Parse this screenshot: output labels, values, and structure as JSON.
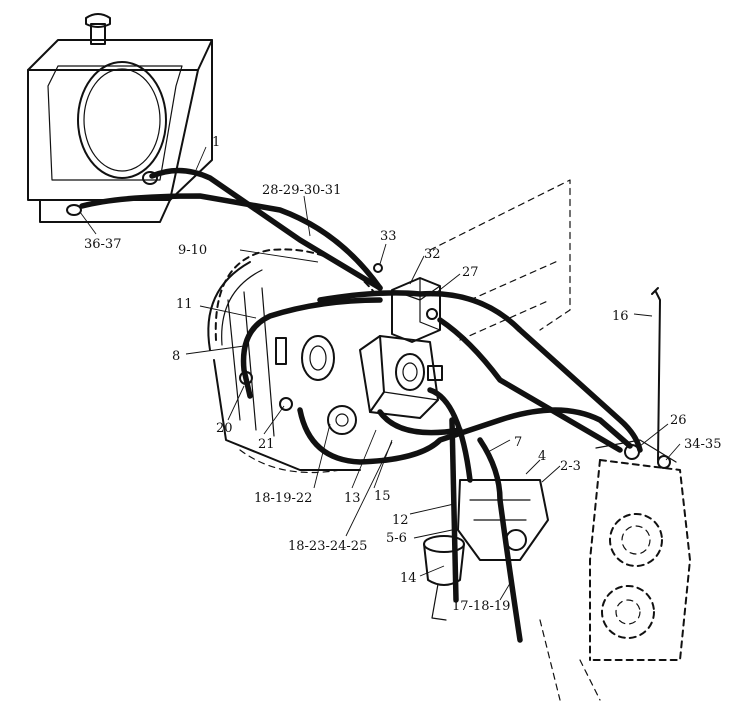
{
  "diagram": {
    "callouts": [
      {
        "id": "c1",
        "text": "1"
      },
      {
        "id": "c2",
        "text": "28-29-30-31"
      },
      {
        "id": "c3",
        "text": "36-37"
      },
      {
        "id": "c4",
        "text": "9-10"
      },
      {
        "id": "c5",
        "text": "33"
      },
      {
        "id": "c6",
        "text": "32"
      },
      {
        "id": "c7",
        "text": "27"
      },
      {
        "id": "c8",
        "text": "11"
      },
      {
        "id": "c9",
        "text": "16"
      },
      {
        "id": "c10",
        "text": "8"
      },
      {
        "id": "c11",
        "text": "26"
      },
      {
        "id": "c12",
        "text": "34-35"
      },
      {
        "id": "c13",
        "text": "20"
      },
      {
        "id": "c14",
        "text": "21"
      },
      {
        "id": "c15",
        "text": "7"
      },
      {
        "id": "c16",
        "text": "4"
      },
      {
        "id": "c17",
        "text": "2-3"
      },
      {
        "id": "c18",
        "text": "18-19-22"
      },
      {
        "id": "c19",
        "text": "13"
      },
      {
        "id": "c20",
        "text": "15"
      },
      {
        "id": "c21",
        "text": "12"
      },
      {
        "id": "c22",
        "text": "18-23-24-25"
      },
      {
        "id": "c23",
        "text": "5-6"
      },
      {
        "id": "c24",
        "text": "14"
      },
      {
        "id": "c25",
        "text": "17-18-19"
      }
    ]
  }
}
